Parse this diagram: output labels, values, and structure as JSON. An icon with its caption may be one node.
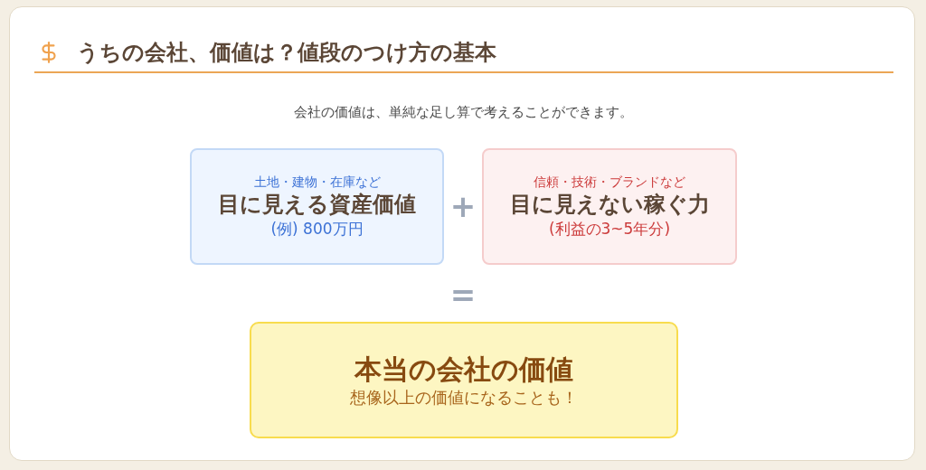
{
  "diagram": {
    "title": "うちの会社、価値は？値段のつけ方の基本",
    "nodes": [
      {
        "text": [
          "土地・建物・在庫など",
          "目に見える資産価値",
          "(例) 800万円"
        ]
      },
      {
        "text": [
          "信頼・技術・ブランドなど",
          "目に見えない稼ぐ力",
          "(利益の3~5年分)"
        ]
      },
      {
        "text": [
          "本当の会社の価値",
          "想像以上の価値になることも！"
        ]
      }
    ],
    "labels": [
      "会社の価値は、単純な足し算で考えることができます。",
      "+",
      "="
    ]
  }
}
